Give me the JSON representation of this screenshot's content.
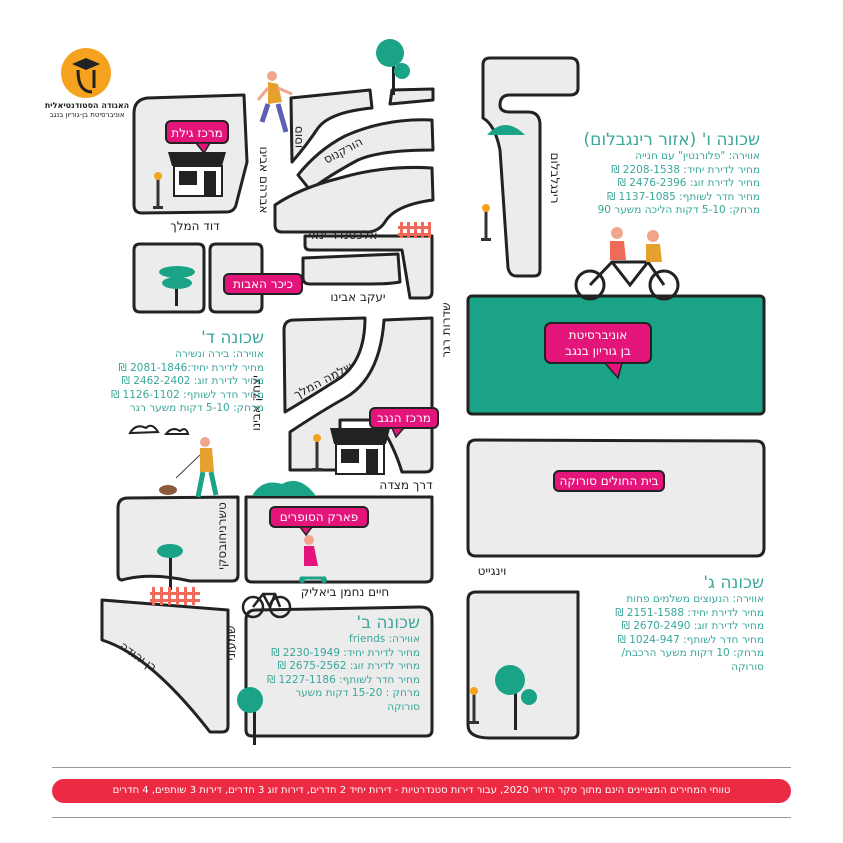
{
  "logo": {
    "org_line1": "האגודה הסטודנטיאלית",
    "org_line2": "אוניברסיטת בן-גוריון בנגב"
  },
  "streets": {
    "sosu": "סוסו",
    "horkanos": "הורקנוס",
    "avraham_avinu": "אברהם אבינו",
    "david_hamelech": "דוד המלך",
    "alexander_yanai": "אלכסנדר ינאי",
    "yaakov_avinu": "יעקב אבינו",
    "sderot_rager": "שדרות רגר",
    "ringelblum": "רינגלבלום",
    "yitzhak_avinu": "יצחק אבינו",
    "shlomo_hamelech": "שלמה המלך",
    "derech_metzada": "דרך מצדה",
    "tchernichovsky": "טשרניחובסקי",
    "haim_nachman_bialik": "חיים נחמן ביאליק",
    "shimoni": "שמעוני",
    "ben_yehuda": "בן יהודה",
    "wingate": "וינגייט"
  },
  "places": {
    "merkaz_gilat": "מרכז גילת",
    "kikar_haavot": "כיכר האבות",
    "university": [
      "אוניברסיטת",
      "בן גוריון בנגב"
    ],
    "merkaz_hanegev": "מרכז הנגב",
    "soroka": "בית החולים סורוקה",
    "park_hasofrim": "פארק הסופרים"
  },
  "neighborhoods": {
    "vav": {
      "title": "שכונה ו' (אזור רינגבלום)",
      "lines": [
        "אווירה: \"פלורנטין\" עם חנייה",
        "מחיר לדירת יחיד: 2208-1538 ₪",
        "מחיר לדירת זוג: 2476-2396 ₪",
        "מחיר חדר לשותף: 1137-1085 ₪",
        "מרחק: 5-10 דקות הליכה משער 90"
      ]
    },
    "dalet": {
      "title": "שכונה ד'",
      "lines": [
        "אווירה: בירה ונשירה",
        "מחיר לדירת יחיד:2081-1846 ₪",
        "מחיר לדירת זוג: 2462-2402 ₪",
        "מחיר חדר לשותף: 1126-1102 ₪",
        "מרחק: 5-10 דקות משער רגר"
      ]
    },
    "gimel": {
      "title": "שכונה ג'",
      "lines": [
        "אווירה: הנעוצים משלמים פחות",
        "מחיר לדירת יחיד: 2151-1588 ₪",
        "מחיר לדירת זוג: 2670-2490 ₪",
        "מחיר חדר לשותף: 1024-947 ₪",
        "מרחק: 10 דקות משער הרכבת/",
        "סורוקה"
      ]
    },
    "bet": {
      "title": "שכונה ב'",
      "lines": [
        "אווירה: friends",
        "מחיר לדירת יחיד: 2230-1949 ₪",
        "מחיר לדירת זוג: 2675-2562 ₪",
        "מחיר חדר לשותף: 1227-1186 ₪",
        "מרחק : 15-20 דקות משער",
        "סורוקה"
      ]
    }
  },
  "footer": {
    "note": "טווחי המחירים המצויינים הינם מתוך סקר הדיור 2020, עבור דירות סטנדרטיות - דירות יחיד 2 חדרים, דירות זוג 3 חדרים, דירות 3 שותפים, 4 חדרים"
  },
  "colors": {
    "teal": "#3aa79a",
    "campus_green": "#1aa386",
    "pin_pink": "#e3157a",
    "footer_red": "#ec2a43",
    "block_fill": "#ececec",
    "logo_orange": "#f5a21e"
  }
}
